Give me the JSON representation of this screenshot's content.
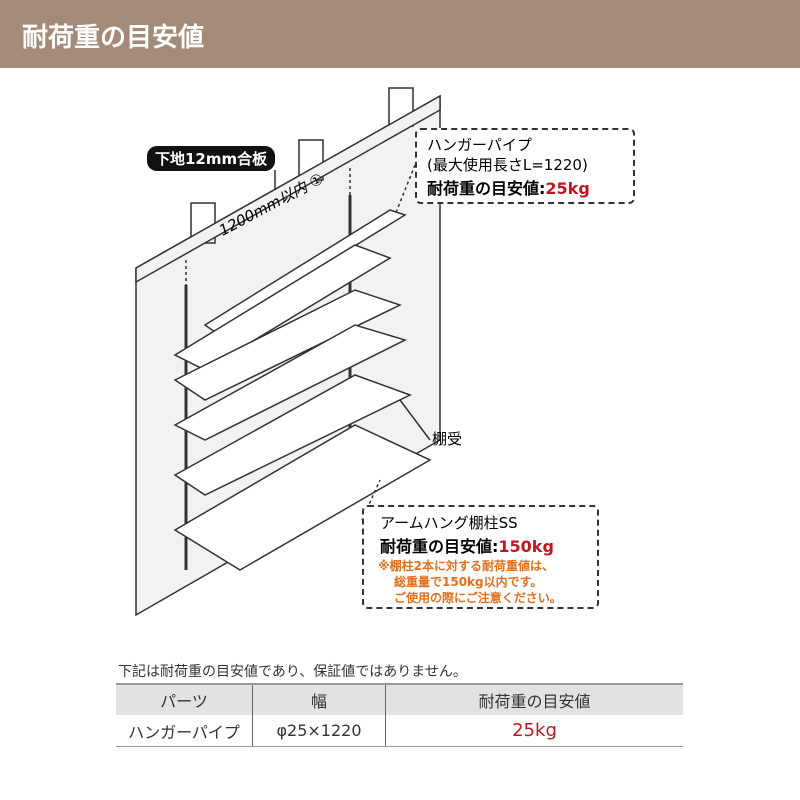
{
  "header": {
    "title": "耐荷重の目安値"
  },
  "diagram": {
    "board_label": "下地12mm合板",
    "width_label": "1200mm以内 ①",
    "shelf_support_label": "棚受",
    "hanger": {
      "name": "ハンガーパイプ",
      "length": "(最大使用長さL=1220)",
      "load_label": "耐荷重の目安値:",
      "load_value": "25kg"
    },
    "arm": {
      "name": "アームハング棚柱SS",
      "load_label": "耐荷重の目安値:",
      "load_value": "150kg",
      "note1": "※棚柱2本に対する耐荷重値は、",
      "note2": "総重量で150kg以内です。",
      "note3": "ご使用の際にご注意ください。"
    }
  },
  "table": {
    "note": "下記は耐荷重の目安値であり、保証値ではありません。",
    "headers": [
      "パーツ",
      "幅",
      "耐荷重の目安値"
    ],
    "rows": [
      [
        "ハンガーパイプ",
        "φ25×1220",
        "25kg"
      ]
    ]
  },
  "colors": {
    "header": "#a48b78",
    "accent": "#c0161f",
    "note": "#e07020"
  }
}
